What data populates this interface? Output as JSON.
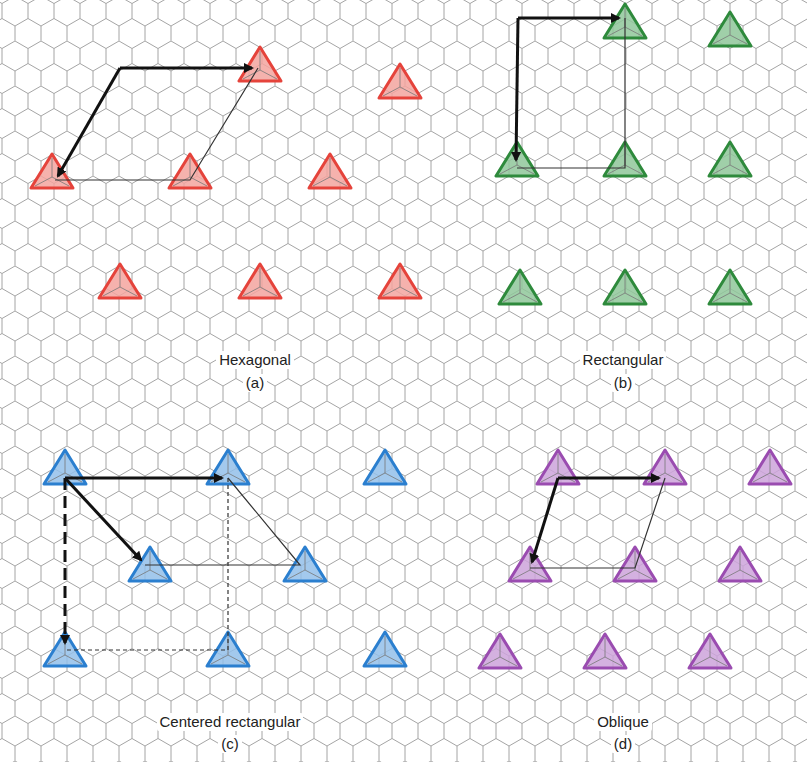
{
  "diagram": {
    "labels": [
      "Hexagonal",
      "(a)",
      "Rectangular",
      "(b)",
      "Centered rectangular",
      "(c)",
      "Oblique",
      "(d)"
    ]
  }
}
